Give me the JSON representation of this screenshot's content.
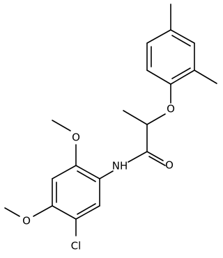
{
  "molecule": {
    "atoms": {
      "o_ether": "O",
      "o_carbonyl": "O",
      "n_amide": "NH",
      "o_methoxy_top": "O",
      "o_methoxy_bottom": "O",
      "cl": "Cl"
    }
  }
}
